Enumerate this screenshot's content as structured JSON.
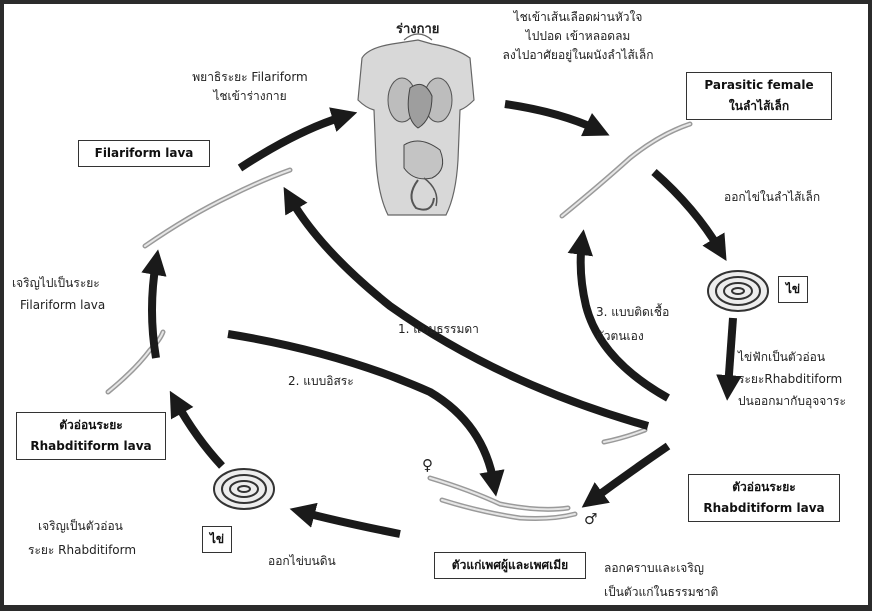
{
  "body": {
    "label": "ร่างกาย"
  },
  "labels": {
    "top_route": [
      "ไชเข้าเส้นเลือดผ่านหัวใจ",
      "ไปปอด เข้าหลอดลม",
      "ลงไปอาศัยอยู่ในผนังลำไส้เล็ก"
    ],
    "filariform_enter": [
      "พยาธิระยะ Filariform",
      "ไชเข้าร่างกาย"
    ],
    "lay_eggs_intestine": "ออกไข่ในลำไส้เล็ก",
    "develop_to_filariform": [
      "เจริญไปเป็นระยะ",
      "Filariform lava"
    ],
    "hatch_in_intestine": [
      "ไข่ฟักเป็นตัวอ่อน",
      "ระยะRhabditiform",
      "ปนออกมากับอุจจาระ"
    ],
    "route_1": "1. แบบธรรมดา",
    "route_2": "2. แบบอิสระ",
    "route_3": [
      "3. แบบติดเชื้อ",
      "ตัวตนเอง"
    ],
    "develop_to_rhabditiform": [
      "เจริญเป็นตัวอ่อน",
      "ระยะ Rhabditiform"
    ],
    "lay_eggs_soil": "ออกไข่บนดิน",
    "molt_grow": [
      "ลอกคราบและเจริญ",
      "เป็นตัวแก่ในธรรมชาติ"
    ],
    "female_symbol": "♀",
    "male_symbol": "♂"
  },
  "boxes": {
    "parasitic_female": [
      "Parasitic female",
      "ในลำไส้เล็ก"
    ],
    "filariform_lava": "Filariform lava",
    "egg_right": "ไข่",
    "rhabditiform_left": [
      "ตัวอ่อนระยะ",
      "Rhabditiform lava"
    ],
    "rhabditiform_right": [
      "ตัวอ่อนระยะ",
      "Rhabditiform lava"
    ],
    "egg_left": "ไข่",
    "adults": "ตัวแก่เพศผู้และเพศเมีย"
  },
  "colors": {
    "arrow": "#1a1a1a",
    "worm": "#9a9a9a",
    "egg_ring": "#333333",
    "frame": "#2b2b2b"
  }
}
